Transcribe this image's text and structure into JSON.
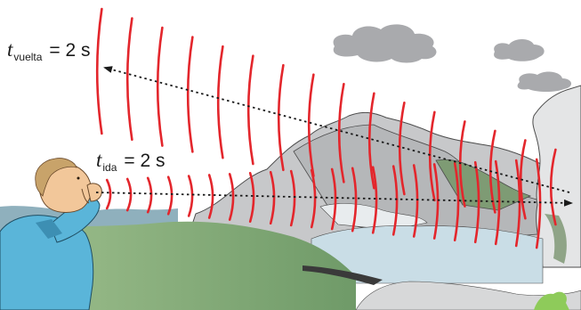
{
  "labels": {
    "return_time": {
      "symbol": "t",
      "subscript": "vuelta",
      "equals": "= 2 s"
    },
    "outgoing_time": {
      "symbol": "t",
      "subscript": "ida",
      "equals": "= 2 s"
    }
  },
  "colors": {
    "wave": "#e3262c",
    "arrow": "#1a1a1a",
    "sky": "#ffffff",
    "cloud": "#a9aaad",
    "mountain": "#c7c8ca",
    "mountain_shadow": "#a2a4a6",
    "forest": "#7e9b74",
    "meadow": "#b7cfa8",
    "lake": "#c9dde6",
    "shirt": "#5ab5d9",
    "skin": "#f2c79a",
    "hair": "#c8a36a"
  },
  "icons": [
    "person-shouting-icon",
    "cloud-icon",
    "mountain-icon",
    "sound-wave-icon",
    "arrow-icon"
  ]
}
